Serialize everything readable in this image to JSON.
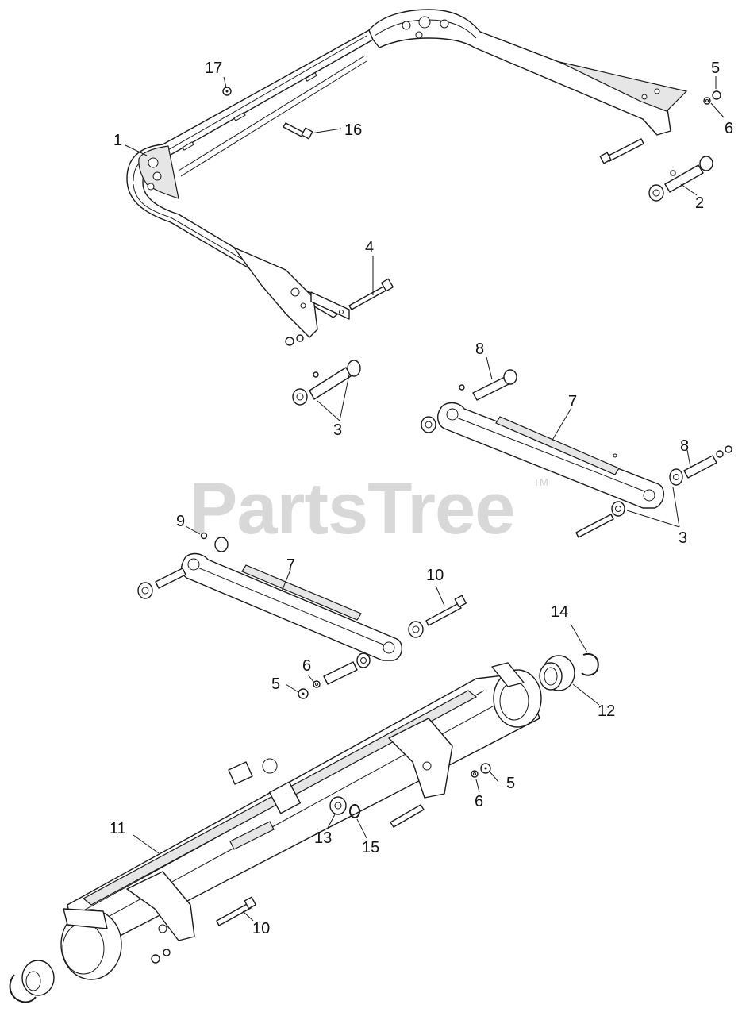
{
  "watermark": {
    "text": "PartsTree",
    "trademark": "TM"
  },
  "callouts": {
    "c1": "1",
    "c2": "2",
    "c3a": "3",
    "c3b": "3",
    "c4": "4",
    "c5a": "5",
    "c5b": "5",
    "c5c": "5",
    "c6a": "6",
    "c6b": "6",
    "c6c": "6",
    "c7a": "7",
    "c7b": "7",
    "c8a": "8",
    "c8b": "8",
    "c9": "9",
    "c10a": "10",
    "c10b": "10",
    "c11": "11",
    "c12": "12",
    "c13": "13",
    "c14": "14",
    "c15": "15",
    "c16": "16",
    "c17": "17"
  }
}
